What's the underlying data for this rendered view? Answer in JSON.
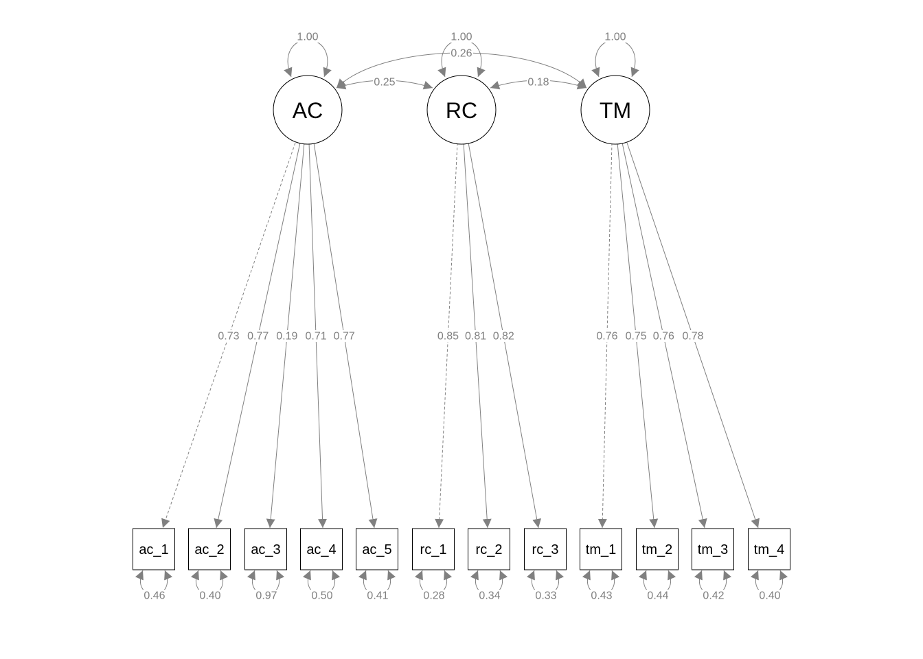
{
  "latents": [
    {
      "id": "AC",
      "label": "AC",
      "variance": "1.00"
    },
    {
      "id": "RC",
      "label": "RC",
      "variance": "1.00"
    },
    {
      "id": "TM",
      "label": "TM",
      "variance": "1.00"
    }
  ],
  "manifests": [
    {
      "id": "ac_1",
      "label": "ac_1",
      "factor": "AC",
      "loading": "0.73",
      "fixed": true,
      "residual": "0.46"
    },
    {
      "id": "ac_2",
      "label": "ac_2",
      "factor": "AC",
      "loading": "0.77",
      "fixed": false,
      "residual": "0.40"
    },
    {
      "id": "ac_3",
      "label": "ac_3",
      "factor": "AC",
      "loading": "0.19",
      "fixed": false,
      "residual": "0.97"
    },
    {
      "id": "ac_4",
      "label": "ac_4",
      "factor": "AC",
      "loading": "0.71",
      "fixed": false,
      "residual": "0.50"
    },
    {
      "id": "ac_5",
      "label": "ac_5",
      "factor": "AC",
      "loading": "0.77",
      "fixed": false,
      "residual": "0.41"
    },
    {
      "id": "rc_1",
      "label": "rc_1",
      "factor": "RC",
      "loading": "0.85",
      "fixed": true,
      "residual": "0.28"
    },
    {
      "id": "rc_2",
      "label": "rc_2",
      "factor": "RC",
      "loading": "0.81",
      "fixed": false,
      "residual": "0.34"
    },
    {
      "id": "rc_3",
      "label": "rc_3",
      "factor": "RC",
      "loading": "0.82",
      "fixed": false,
      "residual": "0.33"
    },
    {
      "id": "tm_1",
      "label": "tm_1",
      "factor": "TM",
      "loading": "0.76",
      "fixed": true,
      "residual": "0.43"
    },
    {
      "id": "tm_2",
      "label": "tm_2",
      "factor": "TM",
      "loading": "0.75",
      "fixed": false,
      "residual": "0.44"
    },
    {
      "id": "tm_3",
      "label": "tm_3",
      "factor": "TM",
      "loading": "0.76",
      "fixed": false,
      "residual": "0.42"
    },
    {
      "id": "tm_4",
      "label": "tm_4",
      "factor": "TM",
      "loading": "0.78",
      "fixed": false,
      "residual": "0.40"
    }
  ],
  "covariances": [
    {
      "from": "AC",
      "to": "RC",
      "value": "0.25"
    },
    {
      "from": "RC",
      "to": "TM",
      "value": "0.18"
    },
    {
      "from": "AC",
      "to": "TM",
      "value": "0.26"
    }
  ],
  "colors": {
    "edge": "#808080",
    "node_stroke": "#000000",
    "label": "#000000",
    "coef": "#808080"
  }
}
